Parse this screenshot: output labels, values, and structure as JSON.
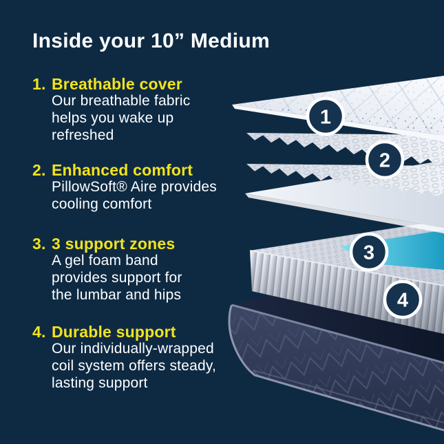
{
  "title": "Inside your 10” Medium",
  "features": [
    {
      "number": "1.",
      "heading": "Breathable cover",
      "body": "Our breathable fabric\nhelps you wake up\nrefreshed"
    },
    {
      "number": "2.",
      "heading": "Enhanced comfort",
      "body": "PillowSoft® Aire provides\ncooling comfort"
    },
    {
      "number": "3.",
      "heading": "3 support zones",
      "body": "A gel foam band\nprovides support for\nthe lumbar and hips"
    },
    {
      "number": "4.",
      "heading": "Durable support",
      "body": "Our individually-wrapped\ncoil system offers steady,\nlasting support"
    }
  ],
  "diagram": {
    "callouts": [
      {
        "label": "1"
      },
      {
        "label": "2"
      },
      {
        "label": "3"
      },
      {
        "label": "4"
      }
    ],
    "layers": [
      {
        "name": "quilted-breathable-cover"
      },
      {
        "name": "pillowsoft-aire-foam"
      },
      {
        "name": "convoluted-comfort-foam"
      },
      {
        "name": "transition-foam"
      },
      {
        "name": "pocketed-coil-unit"
      },
      {
        "name": "gel-foam-band"
      },
      {
        "name": "foundation-base"
      }
    ]
  },
  "colors": {
    "background": "#0E2A43",
    "accent_yellow": "#F2E31D",
    "text": "#FFFFFF",
    "gel_band": "#2FAFD3",
    "callout_fill": "#15324E",
    "callout_ring": "#FFFFFF"
  }
}
